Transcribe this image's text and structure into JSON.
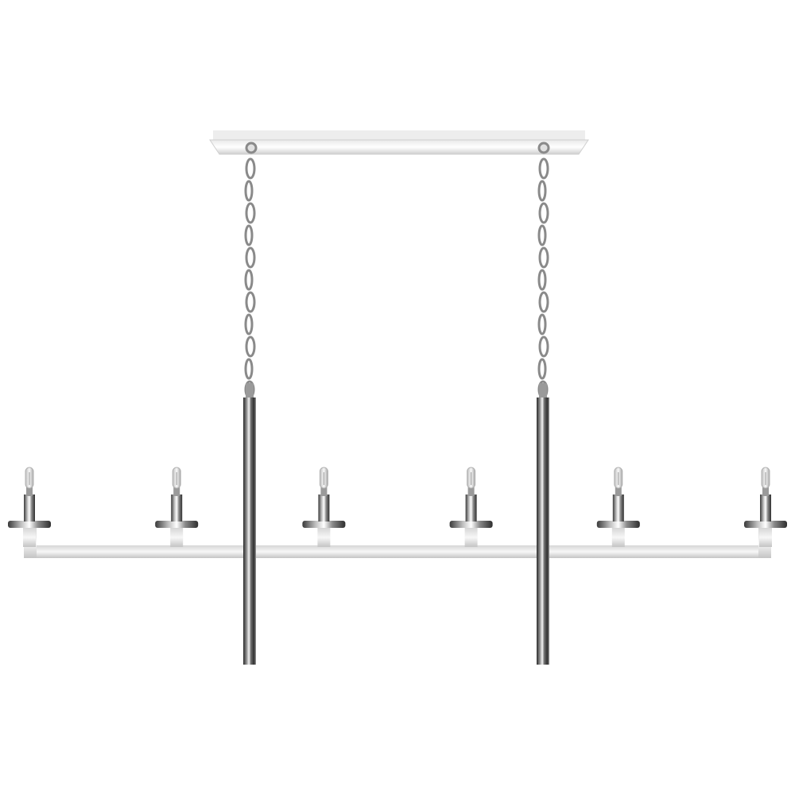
{
  "product": {
    "subject": "linear-chandelier",
    "finish_colors": {
      "background": "#ffffff",
      "metal_light": "#f2f2f2",
      "metal_mid": "#c9c9c9",
      "metal_dark": "#4a4a4a",
      "metal_shadow": "#2b2b2b",
      "bulb_glass": "#e6e6e6"
    },
    "light_count": 6,
    "hanging_rod_count": 2
  }
}
